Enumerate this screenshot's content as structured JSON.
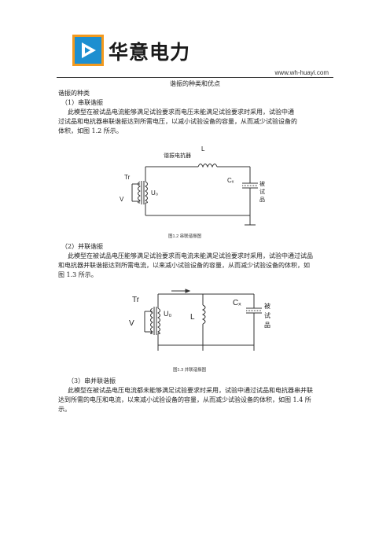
{
  "header": {
    "logo_text": "华意电力",
    "url": "www.wh-huayi.com"
  },
  "doc": {
    "title": "谐振的种类和优点",
    "section": "谐振的种类",
    "s1_heading": "（1）串联谐振",
    "s1_line1": "此模型在被试品电流能够满足试验要求而电压未能满足试验要求时采用，试验中通",
    "s1_line2": "过试品和电抗器串联谐振达到所需电压，以减小试验设备的容量，从而减少试验设备的",
    "s1_line3": "体积，如图 1.2 所示。",
    "s2_heading": "（2）并联谐振",
    "s2_line1": "此模型在被试品电压能够满足试验要求而电流未能满足试验要求时采用，试验中通过试品",
    "s2_line2": "和电抗器并联谐振达到所需电流，以来减小试验设备的容量，从而减少试验设备的体积，如",
    "s2_line3": "图 1.3 所示。",
    "s3_heading": "（3）串并联谐振",
    "s3_line1": "此模型在被试品电压电流都未能够满足试验要求时采用，试验中通过试品和电抗器串并联",
    "s3_line2": "达到所需的电压和电流，以来减小试验设备的容量，从而减少试验设备的体积，如图 1.4 所",
    "s3_line3": "示。"
  },
  "fig1": {
    "reactor_label": "谐振电抗器",
    "L": "L",
    "Tr": "Tr",
    "U0": "U₀",
    "V": "V",
    "Cx": "Cₓ",
    "dut": [
      "被",
      "试",
      "品"
    ],
    "caption": "图1.2   串联谐振图"
  },
  "fig2": {
    "Tr": "Tr",
    "U0": "U₀",
    "V": "V",
    "L": "L",
    "Cx": "Cₓ",
    "dut": [
      "被",
      "试",
      "品"
    ],
    "caption": "图1.3   并联谐振图"
  }
}
